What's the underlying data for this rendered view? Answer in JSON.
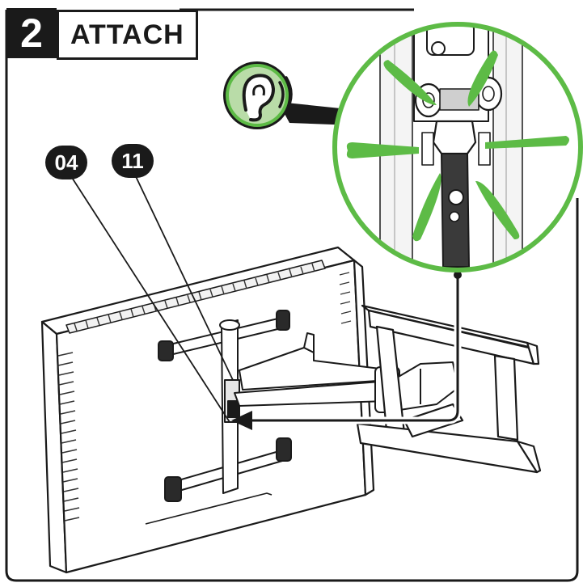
{
  "step": {
    "number": "2",
    "title": "ATTACH"
  },
  "callouts": [
    {
      "label": "04"
    },
    {
      "label": "11"
    }
  ],
  "icons": {
    "listen": "ear-sound-icon"
  },
  "colors": {
    "accent_green": "#5dbb46",
    "ink": "#1a1a1a",
    "paper": "#ffffff"
  }
}
